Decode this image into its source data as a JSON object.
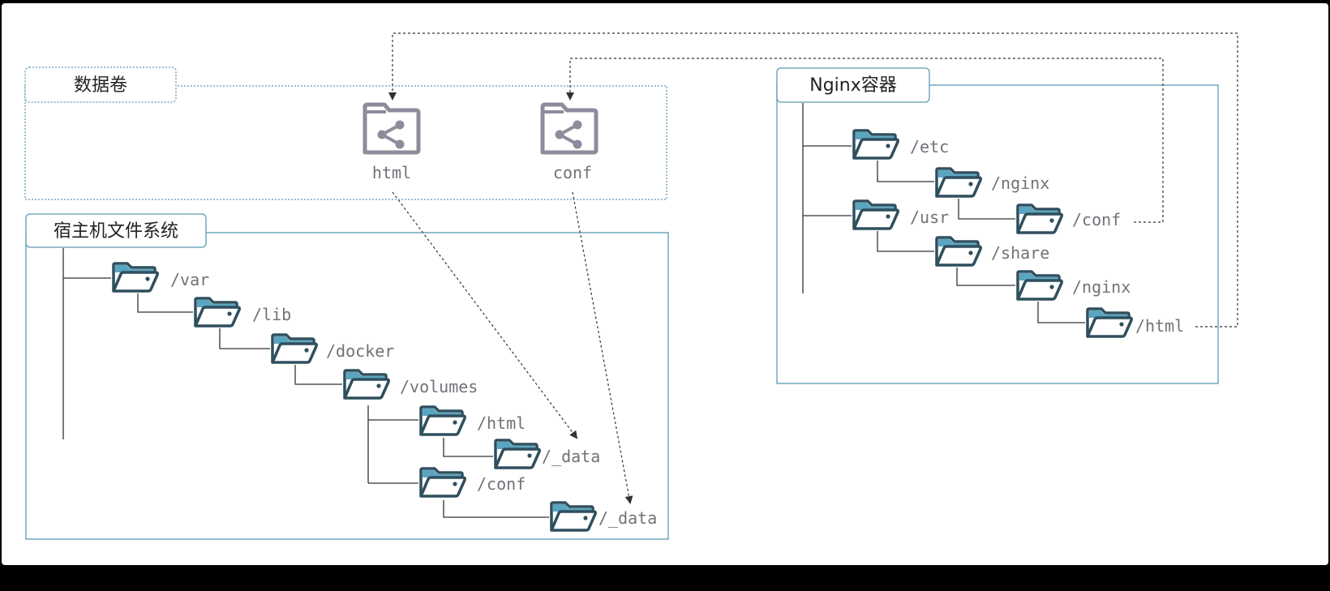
{
  "colors": {
    "background": "#ffffff",
    "frame": "#000000",
    "container_border": "#5b9bb5",
    "tree_line": "#333333",
    "folder_dark": "#2f4f5e",
    "folder_accent": "#5aa6c1",
    "volume_icon": "#8d8c9c",
    "arrow": "#333333",
    "label_text": "#6f7278"
  },
  "volume_panel": {
    "title": "数据卷",
    "volumes": [
      {
        "label": "html",
        "icon": "folder-share-icon"
      },
      {
        "label": "conf",
        "icon": "folder-share-icon"
      }
    ]
  },
  "host_panel": {
    "title": "宿主机文件系统",
    "folders": [
      {
        "key": "var",
        "label": "/var"
      },
      {
        "key": "lib",
        "label": "/lib"
      },
      {
        "key": "docker",
        "label": "/docker"
      },
      {
        "key": "volumes",
        "label": "/volumes"
      },
      {
        "key": "vol_html",
        "label": "/html"
      },
      {
        "key": "vol_html_data",
        "label": "/_data"
      },
      {
        "key": "vol_conf",
        "label": "/conf"
      },
      {
        "key": "vol_conf_data",
        "label": "/_data"
      }
    ]
  },
  "nginx_panel": {
    "title": "Nginx容器",
    "folders": [
      {
        "key": "etc",
        "label": "/etc"
      },
      {
        "key": "etc_nginx",
        "label": "/nginx"
      },
      {
        "key": "conf",
        "label": "/conf"
      },
      {
        "key": "usr",
        "label": "/usr"
      },
      {
        "key": "share",
        "label": "/share"
      },
      {
        "key": "share_nginx",
        "label": "/nginx"
      },
      {
        "key": "html",
        "label": "/html"
      }
    ]
  }
}
